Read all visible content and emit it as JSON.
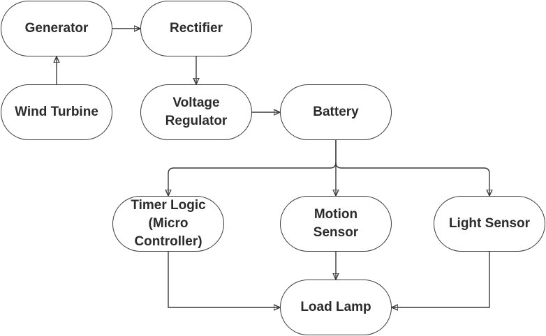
{
  "nodes": {
    "generator": "Generator",
    "rectifier": "Rectifier",
    "wind_turbine": "Wind Turbine",
    "voltage_regulator": "Voltage\nRegulator",
    "battery": "Battery",
    "timer_logic": "Timer Logic\n(Micro\nController)",
    "motion_sensor": "Motion\nSensor",
    "light_sensor": "Light Sensor",
    "load_lamp": "Load Lamp"
  },
  "colors": {
    "stroke": "#3a3a3a",
    "text": "#2b2b2b",
    "background": "#ffffff"
  }
}
